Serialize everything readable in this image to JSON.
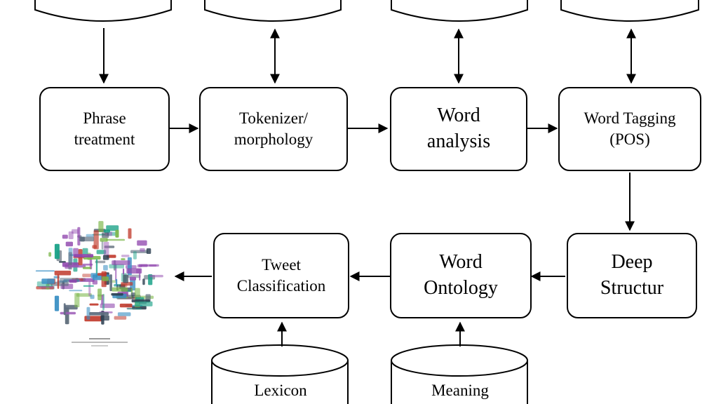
{
  "diagram": {
    "nodes": {
      "phrase_treatment": [
        "Phrase",
        "treatment"
      ],
      "tokenizer": [
        "Tokenizer/",
        "morphology"
      ],
      "word_analysis": [
        "Word",
        "analysis"
      ],
      "word_tagging": [
        "Word Tagging",
        "(POS)"
      ],
      "deep_structure": [
        "Deep",
        "Structur"
      ],
      "word_ontology": [
        "Word",
        "Ontology"
      ],
      "tweet_classification": [
        "Tweet",
        "Classification"
      ]
    },
    "databases": {
      "lexicon": "Lexicon",
      "meaning": "Meaning"
    },
    "edges": [
      {
        "from": "top-db-1",
        "to": "phrase_treatment",
        "direction": "one-way"
      },
      {
        "from": "top-db-2",
        "to": "tokenizer",
        "direction": "two-way"
      },
      {
        "from": "top-db-3",
        "to": "word_analysis",
        "direction": "two-way"
      },
      {
        "from": "top-db-4",
        "to": "word_tagging",
        "direction": "two-way"
      },
      {
        "from": "phrase_treatment",
        "to": "tokenizer",
        "direction": "one-way"
      },
      {
        "from": "tokenizer",
        "to": "word_analysis",
        "direction": "one-way"
      },
      {
        "from": "word_analysis",
        "to": "word_tagging",
        "direction": "one-way"
      },
      {
        "from": "word_tagging",
        "to": "deep_structure",
        "direction": "one-way"
      },
      {
        "from": "deep_structure",
        "to": "word_ontology",
        "direction": "one-way"
      },
      {
        "from": "word_ontology",
        "to": "tweet_classification",
        "direction": "one-way"
      },
      {
        "from": "tweet_classification",
        "to": "word_cloud",
        "direction": "one-way"
      },
      {
        "from": "lexicon",
        "to": "tweet_classification",
        "direction": "one-way"
      },
      {
        "from": "meaning",
        "to": "word_ontology",
        "direction": "one-way"
      }
    ],
    "colors": {
      "stroke": "#000000",
      "cloud_palette": [
        "#3a8fc4",
        "#7ab648",
        "#9b59b6",
        "#2c3e50",
        "#c0392b",
        "#16a085",
        "#8e44ad",
        "#5d6d7e"
      ]
    }
  }
}
